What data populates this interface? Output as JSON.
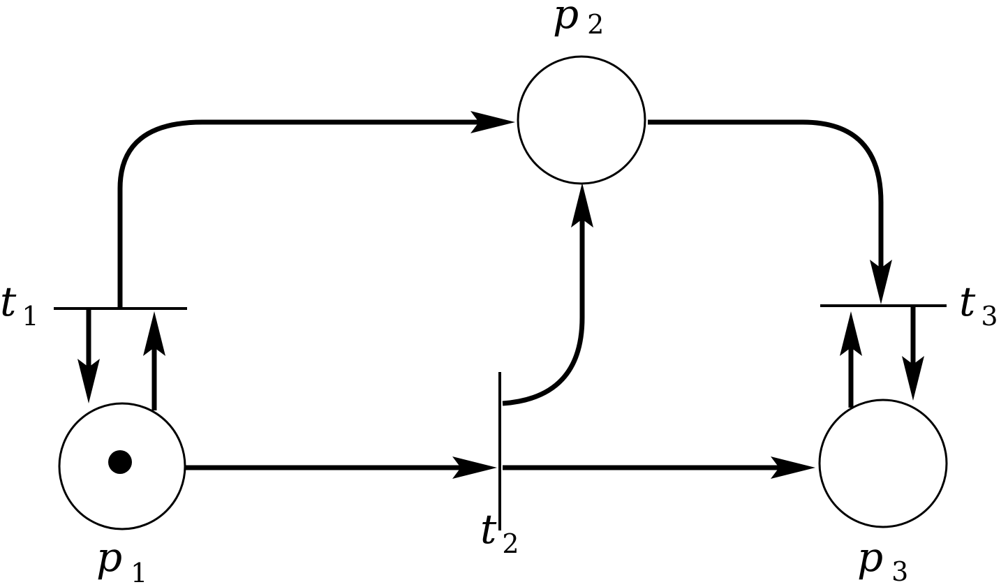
{
  "places": [
    {
      "id": "p1",
      "label": "p",
      "sub": "1",
      "tokens": 1
    },
    {
      "id": "p2",
      "label": "p",
      "sub": "2",
      "tokens": 0
    },
    {
      "id": "p3",
      "label": "p",
      "sub": "3",
      "tokens": 0
    }
  ],
  "transitions": [
    {
      "id": "t1",
      "label": "t",
      "sub": "1"
    },
    {
      "id": "t2",
      "label": "t",
      "sub": "2"
    },
    {
      "id": "t3",
      "label": "t",
      "sub": "3"
    }
  ],
  "arcs": [
    {
      "from": "t1",
      "to": "p2"
    },
    {
      "from": "t1",
      "to": "p1"
    },
    {
      "from": "p1",
      "to": "t1"
    },
    {
      "from": "p1",
      "to": "t2"
    },
    {
      "from": "t2",
      "to": "p2"
    },
    {
      "from": "t2",
      "to": "p3"
    },
    {
      "from": "p2",
      "to": "t3"
    },
    {
      "from": "p3",
      "to": "t3"
    },
    {
      "from": "t3",
      "to": "p3"
    }
  ],
  "colors": {
    "ink": "#000000",
    "background": "#ffffff"
  }
}
